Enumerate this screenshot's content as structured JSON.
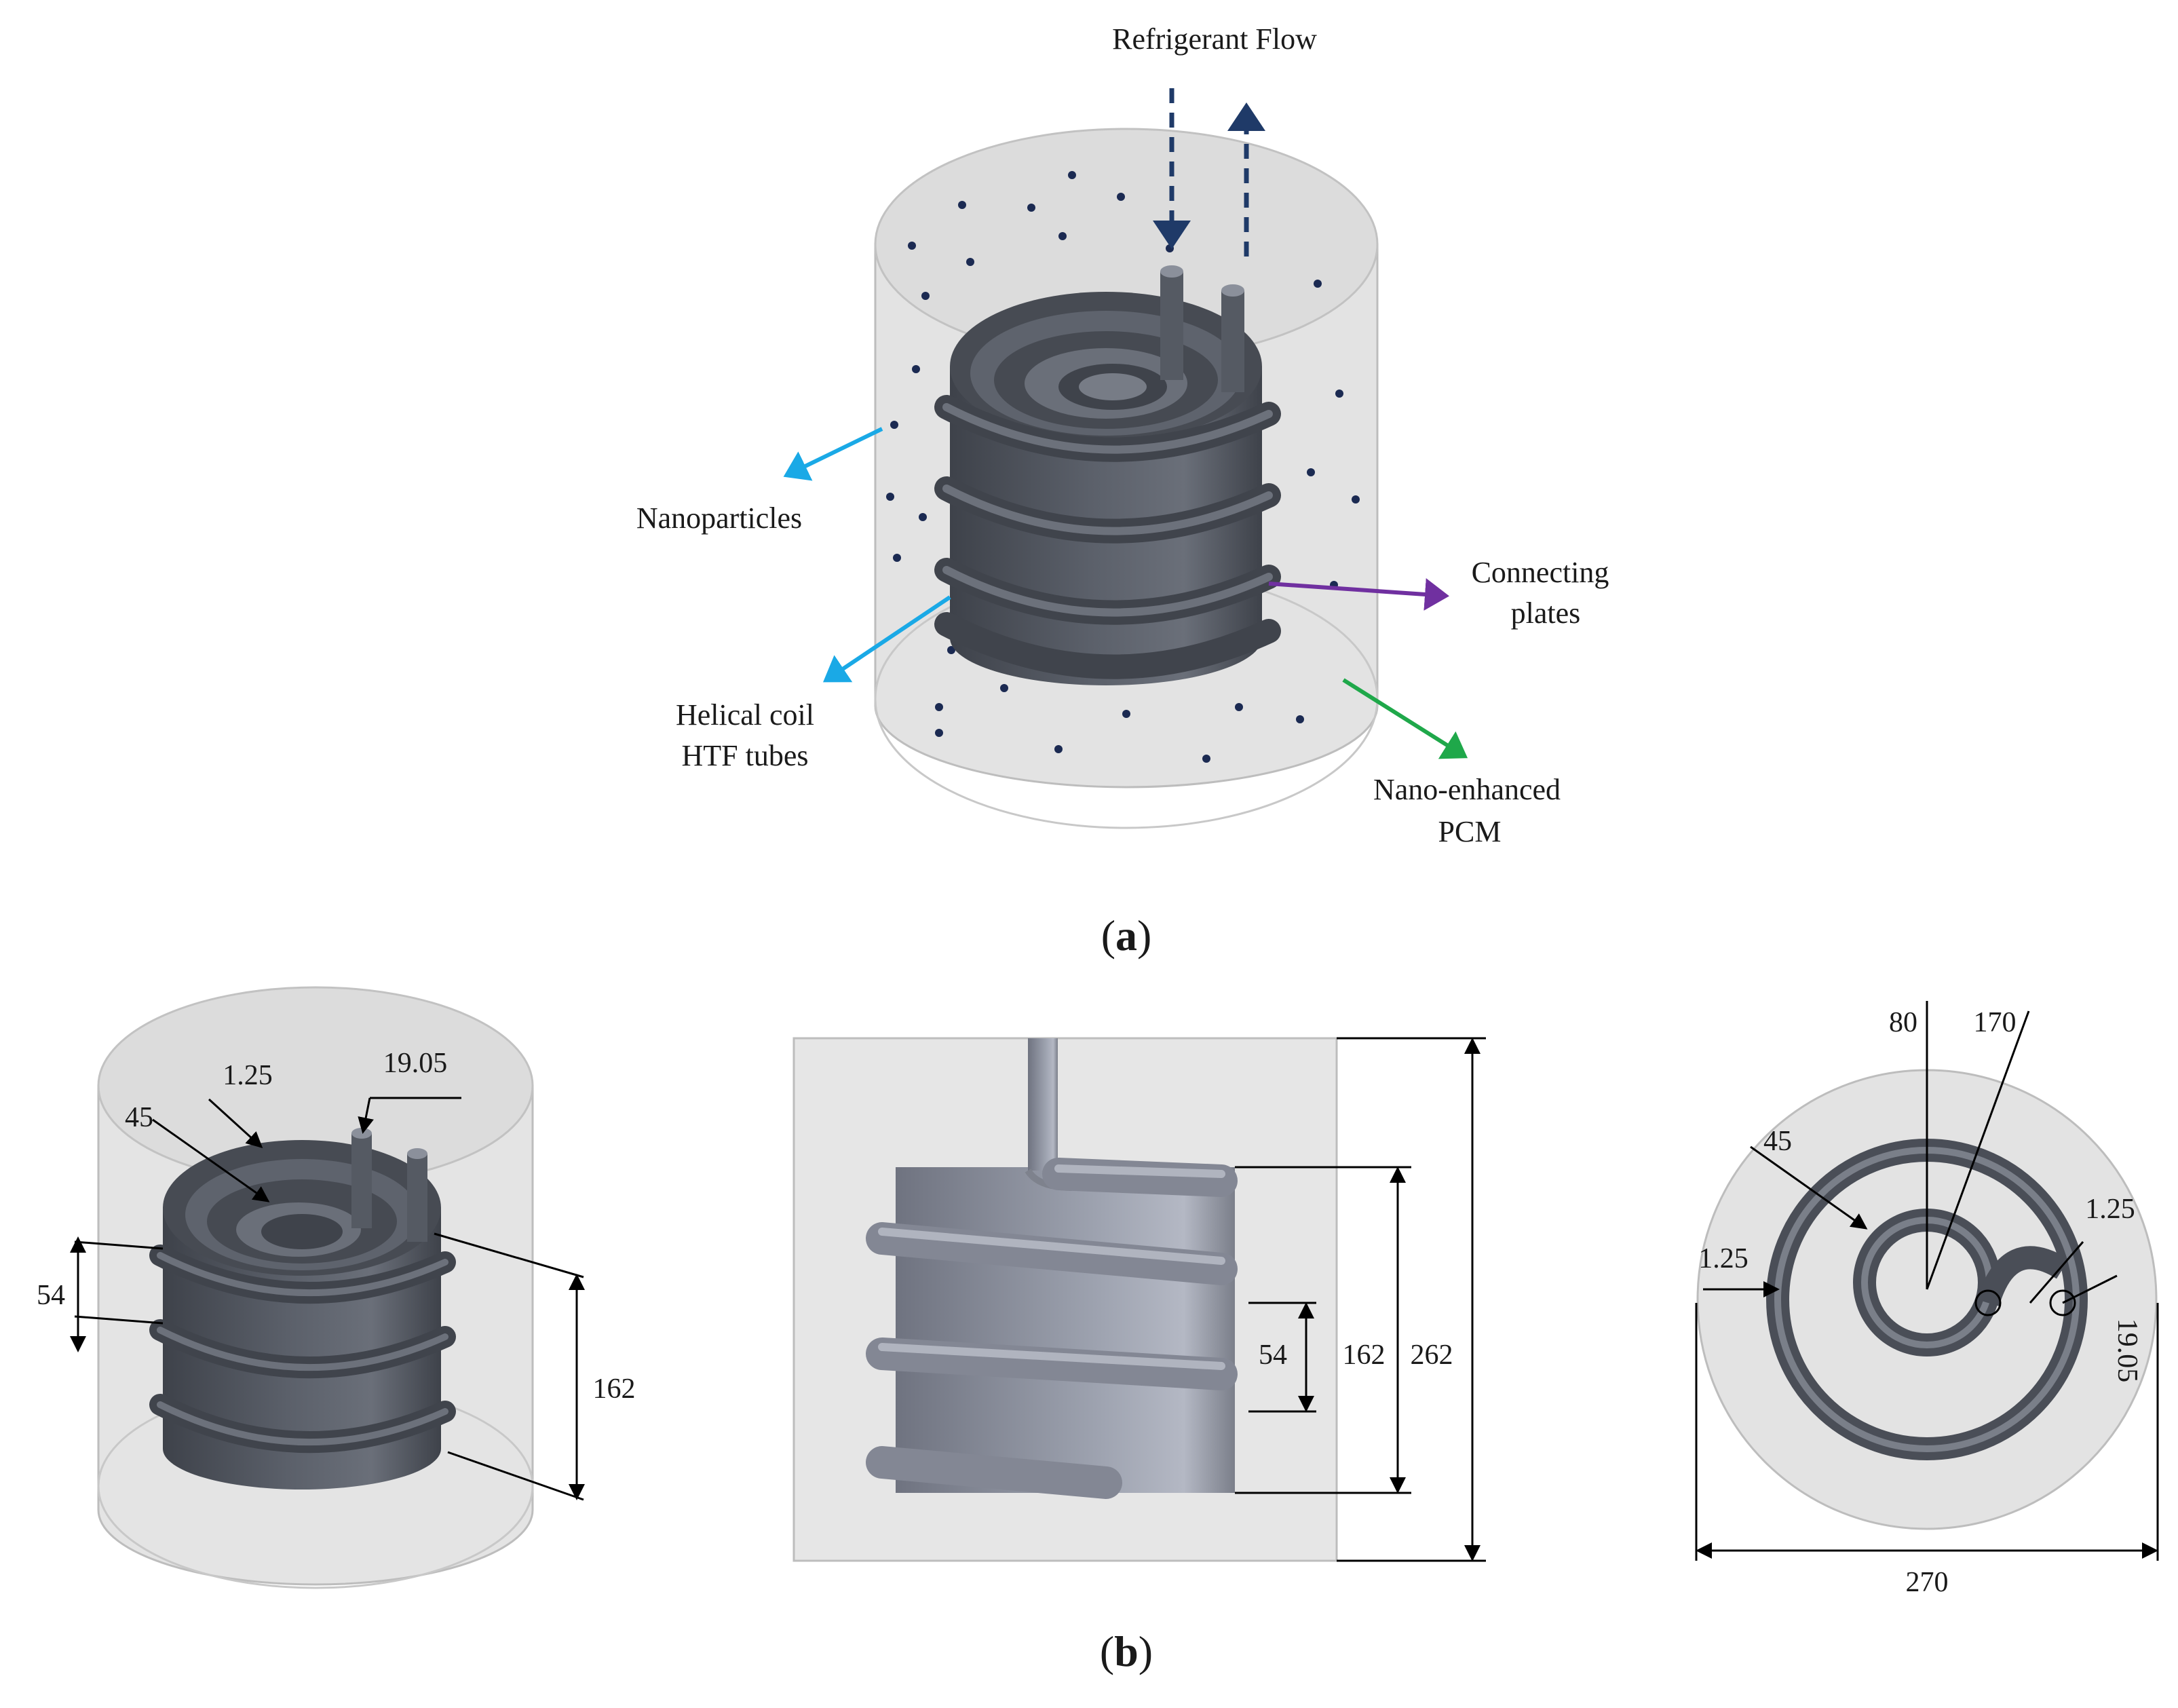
{
  "panel_a": {
    "caption_letter": "a",
    "labels": {
      "refrigerant_flow": "Refrigerant Flow",
      "nanoparticles": "Nanoparticles",
      "connecting_plates_1": "Connecting",
      "connecting_plates_2": "plates",
      "helical_coil_1": "Helical coil",
      "helical_coil_2": "HTF tubes",
      "nepcm_1": "Nano-enhanced",
      "nepcm_2": "PCM"
    },
    "colors": {
      "flow_arrow": "#1f3a68",
      "nanoparticles_arrow": "#1aa9e6",
      "connecting_plates_arrow": "#7030a0",
      "nepcm_arrow": "#1fa84a",
      "coil": "#4e525b",
      "cylinder": "#e2e2e2"
    }
  },
  "panel_b": {
    "caption_letter": "b",
    "iso_dims": {
      "d1": "1.25",
      "d2": "19.05",
      "d3": "45",
      "d4": "54",
      "d5": "162"
    },
    "side_dims": {
      "d1": "54",
      "d2": "162",
      "d3": "262"
    },
    "top_dims": {
      "d1": "80",
      "d2": "170",
      "d3": "45",
      "d4": "1.25",
      "d5": "1.25",
      "d6": "19.05",
      "d7": "270"
    }
  }
}
